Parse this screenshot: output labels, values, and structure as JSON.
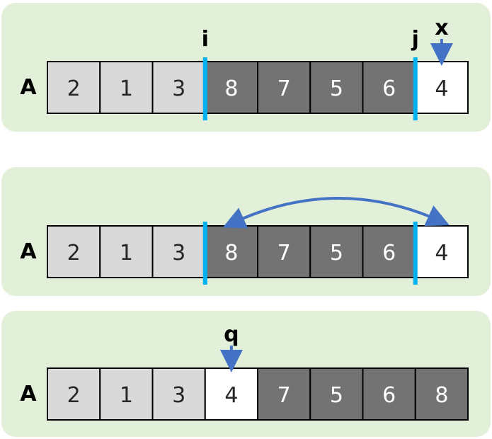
{
  "colors": {
    "panel": "#e2efd9",
    "light_cell": "#d9d9d9",
    "dark_cell": "#737373",
    "white_cell": "#ffffff",
    "divider": "#00b0f0",
    "arrow": "#4472c4"
  },
  "panels": [
    {
      "row_label": "A",
      "cells": [
        {
          "value": "2",
          "shade": "light"
        },
        {
          "value": "1",
          "shade": "light"
        },
        {
          "value": "3",
          "shade": "light"
        },
        {
          "value": "8",
          "shade": "dark"
        },
        {
          "value": "7",
          "shade": "dark"
        },
        {
          "value": "5",
          "shade": "dark"
        },
        {
          "value": "6",
          "shade": "dark"
        },
        {
          "value": "4",
          "shade": "white"
        }
      ],
      "dividers_after_cell": [
        3,
        7
      ],
      "markers": [
        {
          "label": "i",
          "boundary": 3,
          "arrow": false
        },
        {
          "label": "j",
          "boundary": 7,
          "arrow": false
        },
        {
          "label": "x",
          "cell": 8,
          "arrow": true
        }
      ],
      "swap": null
    },
    {
      "row_label": "A",
      "cells": [
        {
          "value": "2",
          "shade": "light"
        },
        {
          "value": "1",
          "shade": "light"
        },
        {
          "value": "3",
          "shade": "light"
        },
        {
          "value": "8",
          "shade": "dark"
        },
        {
          "value": "7",
          "shade": "dark"
        },
        {
          "value": "5",
          "shade": "dark"
        },
        {
          "value": "6",
          "shade": "dark"
        },
        {
          "value": "4",
          "shade": "white"
        }
      ],
      "dividers_after_cell": [
        3,
        7
      ],
      "markers": [],
      "swap": [
        4,
        8
      ]
    },
    {
      "row_label": "A",
      "cells": [
        {
          "value": "2",
          "shade": "light"
        },
        {
          "value": "1",
          "shade": "light"
        },
        {
          "value": "3",
          "shade": "light"
        },
        {
          "value": "4",
          "shade": "white"
        },
        {
          "value": "7",
          "shade": "dark"
        },
        {
          "value": "5",
          "shade": "dark"
        },
        {
          "value": "6",
          "shade": "dark"
        },
        {
          "value": "8",
          "shade": "dark"
        }
      ],
      "dividers_after_cell": [],
      "markers": [
        {
          "label": "q",
          "cell": 4,
          "arrow": true
        }
      ],
      "swap": null
    }
  ]
}
